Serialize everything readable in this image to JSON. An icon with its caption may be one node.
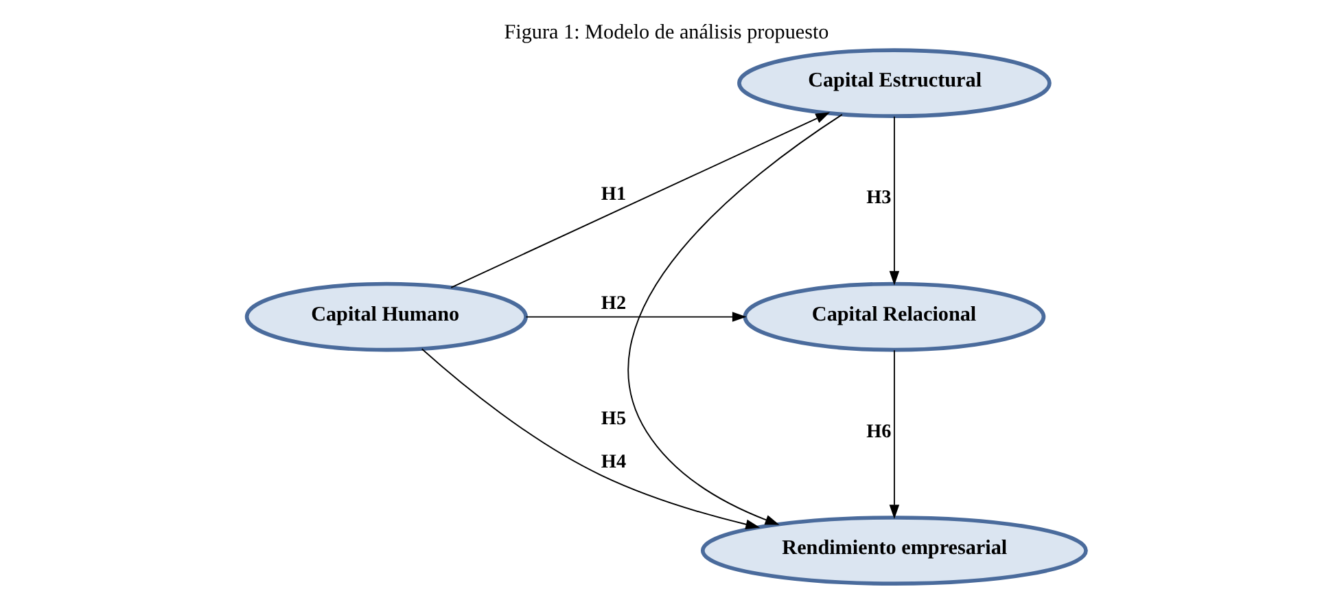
{
  "diagram": {
    "title": "Figura 1: Modelo de análisis propuesto",
    "nodes": [
      {
        "text": [
          "Capital Humano"
        ]
      },
      {
        "text": [
          "Capital Estructural"
        ]
      },
      {
        "text": [
          "Capital Relacional"
        ]
      },
      {
        "text": [
          "Rendimiento empresarial"
        ]
      }
    ],
    "edges": [
      {
        "from": 0,
        "to": 1,
        "arrow": "to",
        "label": "H1"
      },
      {
        "from": 0,
        "to": 2,
        "arrow": "to",
        "label": "H2"
      },
      {
        "from": 1,
        "to": 2,
        "arrow": "to",
        "label": "H3"
      },
      {
        "from": 0,
        "to": 3,
        "arrow": "to",
        "label": "H4"
      },
      {
        "from": 1,
        "to": 3,
        "arrow": "to",
        "label": "H5"
      },
      {
        "from": 2,
        "to": 3,
        "arrow": "to",
        "label": "H6"
      }
    ]
  }
}
